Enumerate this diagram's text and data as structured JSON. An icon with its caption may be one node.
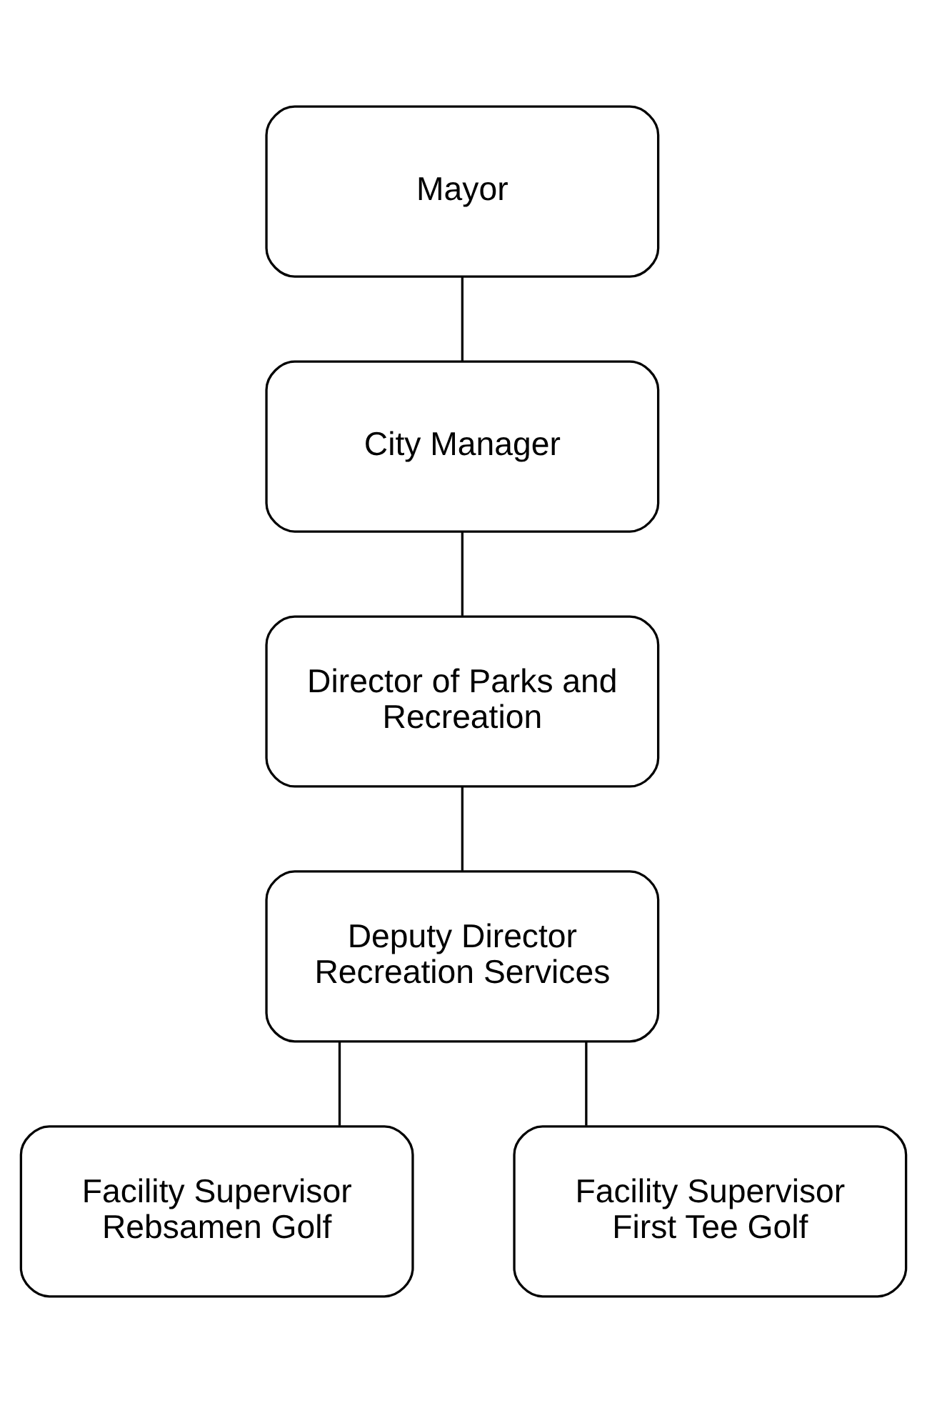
{
  "diagram": {
    "nodes": [
      {
        "text": [
          "Mayor"
        ]
      },
      {
        "text": [
          "City Manager"
        ]
      },
      {
        "text": [
          "Director of Parks and Recreation"
        ]
      },
      {
        "text": [
          "Deputy Director Recreation Services"
        ]
      },
      {
        "text": [
          "Facility Supervisor Rebsamen Golf"
        ]
      },
      {
        "text": [
          "Facility Supervisor First Tee Golf"
        ]
      }
    ],
    "edges": [
      {
        "from": 0,
        "to": 1,
        "arrow": "none"
      },
      {
        "from": 1,
        "to": 2,
        "arrow": "none"
      },
      {
        "from": 2,
        "to": 3,
        "arrow": "none"
      },
      {
        "from": 3,
        "to": 4,
        "arrow": "none"
      },
      {
        "from": 3,
        "to": 5,
        "arrow": "none"
      }
    ]
  }
}
